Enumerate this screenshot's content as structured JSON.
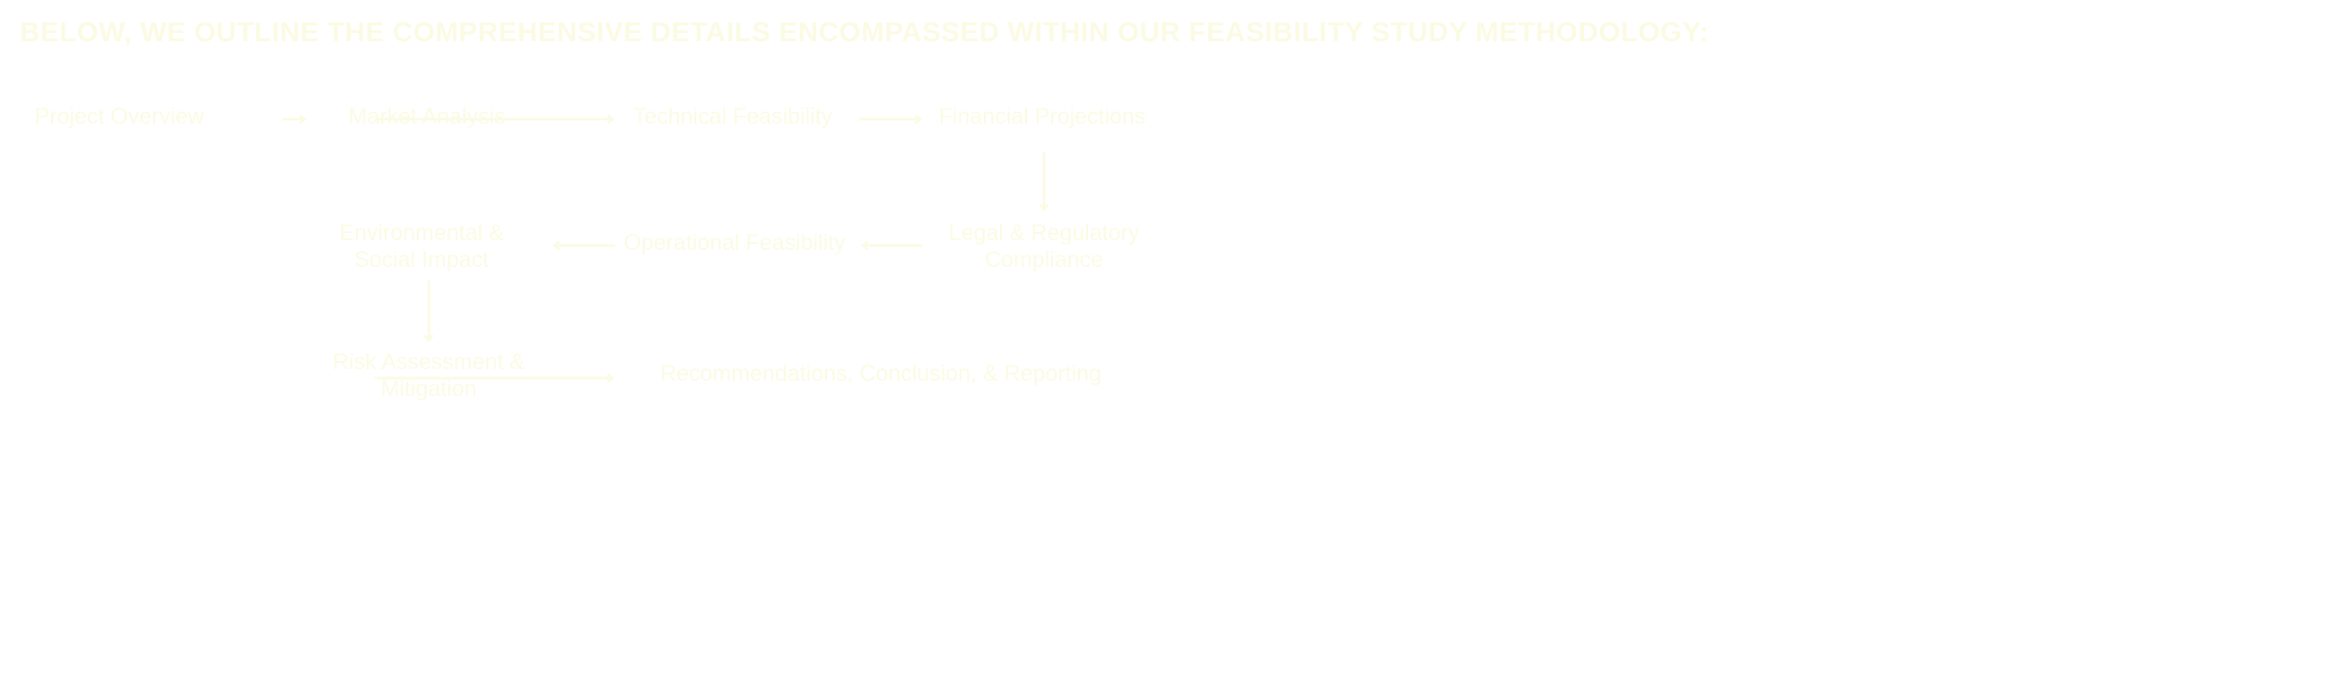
{
  "heading": "BELOW, WE OUTLINE THE COMPREHENSIVE DETAILS ENCOMPASSED WITHIN OUR FEASIBILITY STUDY METHODOLOGY:",
  "colors": {
    "text": "#fbfbe4",
    "background": "#ffffff"
  },
  "steps": [
    {
      "lines": [
        "Project Overview"
      ]
    },
    {
      "lines": [
        "Market Analysis"
      ]
    },
    {
      "lines": [
        "Technical Feasibility"
      ]
    },
    {
      "lines": [
        "Financial Projections"
      ]
    },
    {
      "lines": [
        "Legal & Regulatory",
        "Compliance"
      ]
    },
    {
      "lines": [
        "Operational Feasibility"
      ]
    },
    {
      "lines": [
        "Environmental &",
        "Social Impact"
      ]
    },
    {
      "lines": [
        "Risk Assessment &",
        "Mitigation"
      ]
    },
    {
      "lines": [
        "Recommendations, Conclusion, & Reporting"
      ]
    }
  ]
}
